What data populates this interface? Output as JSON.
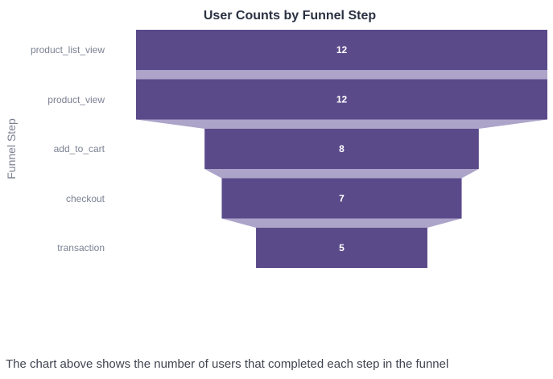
{
  "chart_data": {
    "type": "funnel",
    "orientation": "horizontal",
    "title": "User Counts by Funnel Step",
    "ylabel": "Funnel Step",
    "xlabel": "",
    "categories": [
      "product_list_view",
      "product_view",
      "add_to_cart",
      "checkout",
      "transaction"
    ],
    "values": [
      12,
      12,
      8,
      7,
      5
    ],
    "value_labels": [
      "12",
      "12",
      "8",
      "7",
      "5"
    ],
    "legend": "none",
    "grid": false,
    "colors": {
      "bar": "#5b4a8a",
      "connector": "#aca4c9",
      "value_text": "#ffffff",
      "title_text": "#2a3142",
      "tick_text": "#7c8193",
      "background": "#ffffff"
    }
  },
  "caption": {
    "text": "The chart above shows the number of users that completed each step in the funnel"
  }
}
